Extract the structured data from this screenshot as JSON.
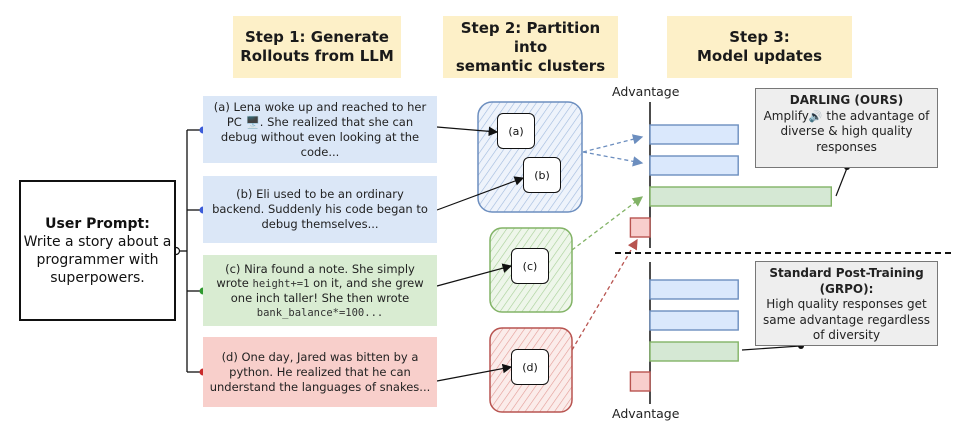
{
  "steps": {
    "step1": "Step 1: Generate\nRollouts from LLM",
    "step2": "Step 2: Partition into\nsemantic clusters",
    "step3": "Step 3:\nModel updates"
  },
  "prompt": {
    "title": "User Prompt:",
    "body": "Write a story about a programmer with superpowers."
  },
  "responses": [
    {
      "pre": "(a) Lena woke up and reached to her PC 🖥️. She realized that she can debug without even looking at the code..."
    },
    {
      "pre": "(b) Eli used to be an ordinary backend. Suddenly his code began to debug themselves..."
    },
    {
      "pre": "(c) Nira found a note. She simply wrote",
      "code1": "height+=1",
      "mid": "on it, and she grew one inch taller! She then wrote",
      "code2": "bank_balance*=100..."
    },
    {
      "pre": "(d) One day, Jared was bitten by a python. He realized that he can understand the languages of snakes..."
    }
  ],
  "clusters": {
    "a": "(a)",
    "b": "(b)",
    "c": "(c)",
    "d": "(d)"
  },
  "axis": {
    "top_label": "Advantage",
    "bottom_label": "Advantage"
  },
  "darling": {
    "title": "DARLING (OURS)",
    "body_pre": "Amplify",
    "icon": "speaker-icon",
    "body_post": "the advantage of diverse & high quality responses",
    "advantages": [
      0.18,
      0.18,
      0.37,
      -0.04
    ]
  },
  "grpo": {
    "title": "Standard Post-Training (GRPO):",
    "body": "High quality responses get same advantage regardless of diversity",
    "advantages": [
      0.18,
      0.18,
      0.18,
      -0.04
    ]
  },
  "colors": {
    "blue_fill": "#dae8fc",
    "blue_stroke": "#6c8ebf",
    "green_fill": "#d5e8d4",
    "green_stroke": "#82b366",
    "red_fill": "#f8cecc",
    "red_stroke": "#b85450",
    "step_bg": "#fdf0c8"
  }
}
